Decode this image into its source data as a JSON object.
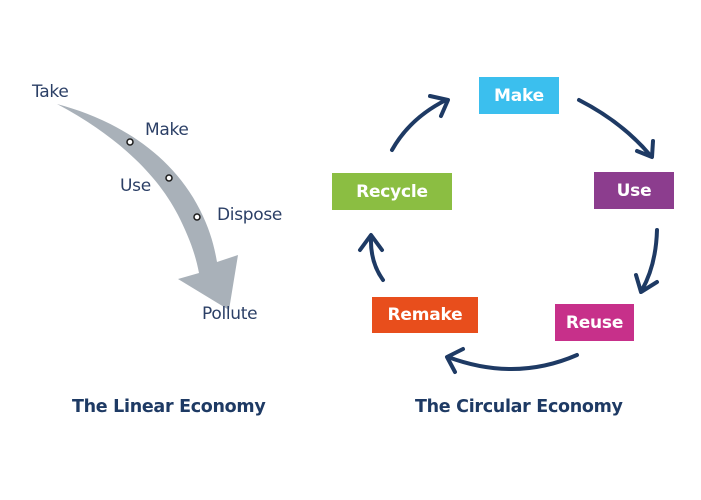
{
  "linear": {
    "title": "The Linear Economy",
    "steps": [
      "Take",
      "Make",
      "Use",
      "Dispose",
      "Pollute"
    ],
    "arrow_color": "#a9b1b9",
    "label_color": "#2b3f66"
  },
  "circular": {
    "title": "The Circular Economy",
    "arrow_color": "#1e3a64",
    "steps": [
      {
        "label": "Make",
        "color": "#3bbfee"
      },
      {
        "label": "Use",
        "color": "#8c3d8e"
      },
      {
        "label": "Reuse",
        "color": "#c7308a"
      },
      {
        "label": "Remake",
        "color": "#e84e1c"
      },
      {
        "label": "Recycle",
        "color": "#8bbe42"
      }
    ]
  }
}
